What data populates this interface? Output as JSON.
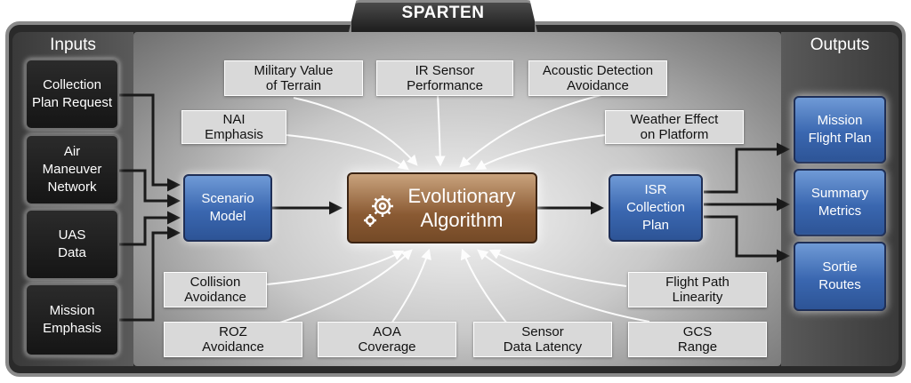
{
  "title": "SPARTEN",
  "sections": {
    "inputs": "Inputs",
    "outputs": "Outputs"
  },
  "inputs": [
    {
      "label": "Collection\nPlan Request"
    },
    {
      "label": "Air\nManeuver\nNetwork"
    },
    {
      "label": "UAS\nData"
    },
    {
      "label": "Mission\nEmphasis"
    }
  ],
  "scenario_model": "Scenario\nModel",
  "core": "Evolutionary\nAlgorithm",
  "core_icon": "gears-icon",
  "isr_plan": "ISR\nCollection\nPlan",
  "factors": {
    "military_value": "Military Value\nof Terrain",
    "ir_sensor": "IR Sensor\nPerformance",
    "acoustic": "Acoustic Detection\nAvoidance",
    "nai": "NAI\nEmphasis",
    "weather": "Weather Effect\non Platform",
    "collision": "Collision\nAvoidance",
    "flight_path": "Flight Path\nLinearity",
    "roz": "ROZ\nAvoidance",
    "aoa": "AOA\nCoverage",
    "latency": "Sensor\nData Latency",
    "gcs": "GCS\nRange"
  },
  "outputs": [
    {
      "label": "Mission\nFlight Plan"
    },
    {
      "label": "Summary\nMetrics"
    },
    {
      "label": "Sortie\nRoutes"
    }
  ],
  "colors": {
    "core": "#8a5a33",
    "blue": "#3a67b0",
    "factor": "#d9d9d9",
    "input": "#1e1e1e"
  }
}
